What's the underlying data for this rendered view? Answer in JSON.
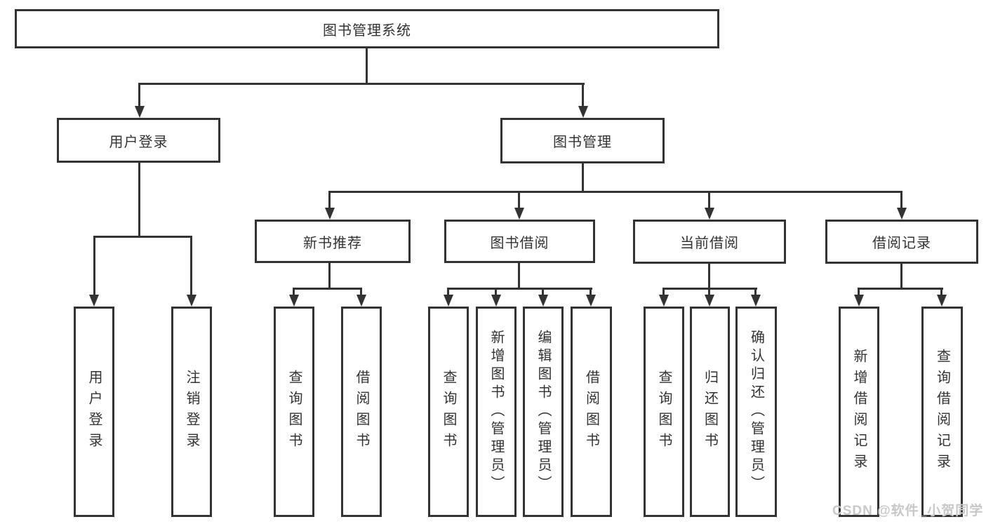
{
  "nodes": {
    "root": "图书管理系统",
    "user_login": "用户登录",
    "book_management": "图书管理",
    "new_book_recommend": "新书推荐",
    "book_borrowing": "图书借阅",
    "current_borrowing": "当前借阅",
    "borrow_records": "借阅记录",
    "leaf_user_login": "用户登录",
    "leaf_logout": "注销登录",
    "leaf_query_book_recommend": "查询图书",
    "leaf_borrow_book_recommend": "借阅图书",
    "leaf_query_book_borrowing": "查询图书",
    "leaf_add_book_admin": "新增图书（管理员）",
    "leaf_edit_book_admin": "编辑图书（管理员）",
    "leaf_borrow_book_borrowing": "借阅图书",
    "leaf_query_book_current": "查询图书",
    "leaf_return_book": "归还图书",
    "leaf_confirm_return_admin": "确认归还（管理员）",
    "leaf_add_borrow_record": "新增借阅记录",
    "leaf_query_borrow_record": "查询借阅记录"
  },
  "watermark": "CSDN @软件_小贺同学",
  "colors": {
    "line": "#333333",
    "text": "#333333",
    "watermark": "#c8c8c8",
    "background": "#ffffff"
  }
}
